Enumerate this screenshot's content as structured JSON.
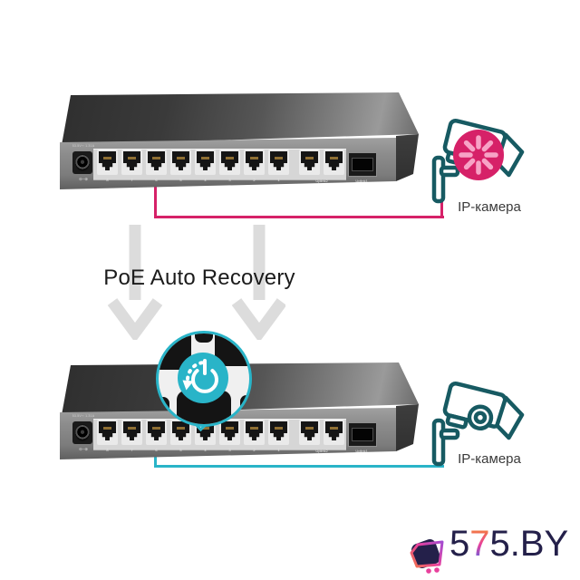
{
  "colors": {
    "pink": "#d62168",
    "pink_light": "#f7a3c6",
    "teal": "#29b4c8",
    "teal_dark": "#175a62",
    "arrow": "#dcdcdc",
    "navy": "#24204a",
    "logo_orange": "#f7941d",
    "logo_magenta": "#e8409c",
    "logo_blue": "#3a6cf4"
  },
  "heading": "PoE Auto Recovery",
  "switches": {
    "top": {
      "power_label": "53.5V⎓ 1.31A",
      "polarity": "⊖–⊕",
      "port_labels": [
        "8",
        "7",
        "6",
        "5",
        "4",
        "3",
        "2",
        "1"
      ],
      "uplink_label": "Uplink2",
      "sfp_label": "Uplink1",
      "cable_color": "pink"
    },
    "bottom": {
      "power_label": "53.5V⎓ 1.31A",
      "polarity": "⊖–⊕",
      "port_labels": [
        "8",
        "7",
        "6",
        "5",
        "4",
        "3",
        "2",
        "1"
      ],
      "uplink_label": "Uplink2",
      "sfp_label": "Uplink1",
      "cable_color": "teal"
    }
  },
  "cameras": {
    "top": {
      "label": "IP-камера",
      "icon": "cctv-camera",
      "overlay_icon": "loading-spinner"
    },
    "bottom": {
      "label": "IP-камера",
      "icon": "cctv-camera"
    }
  },
  "callout": {
    "icon": "power-restart"
  },
  "arrows": {
    "icon": "arrow-down",
    "count": 2
  },
  "logo": {
    "text": "575.BY",
    "part1": "5",
    "part2": "7",
    "part3": "5.BY",
    "icon": "shopping-cart"
  }
}
